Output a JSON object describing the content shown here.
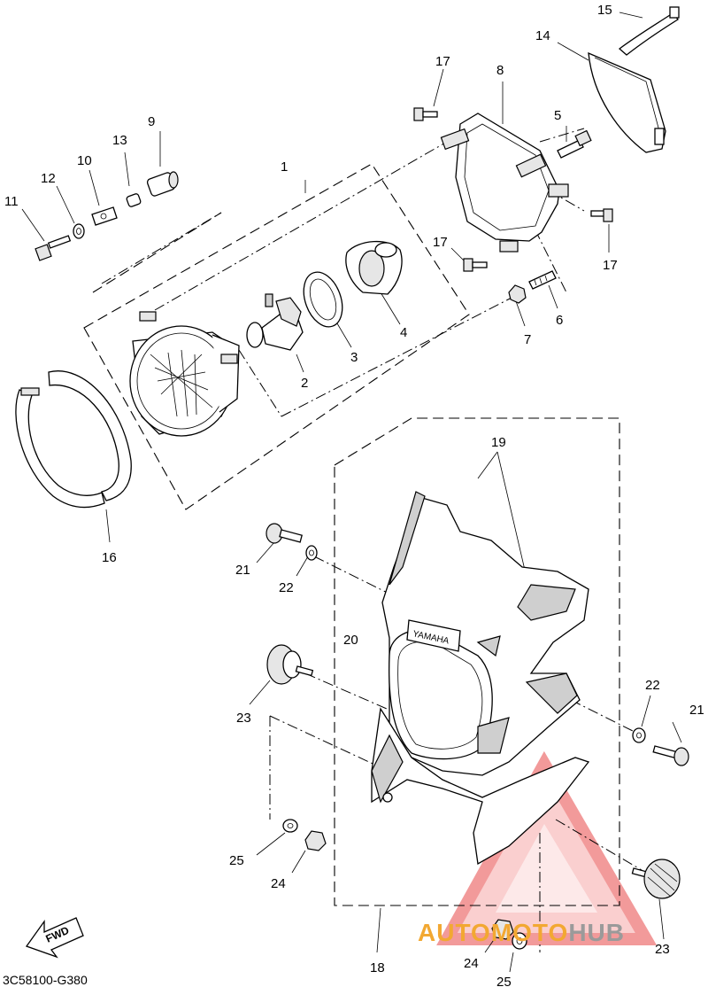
{
  "diagram": {
    "drawing_code": "3C58100-G380",
    "direction_marker": "FWD",
    "brand_label": "YAMAHA",
    "watermark": {
      "part1": "AUTO",
      "part2": "MOTO",
      "part3": "HUB",
      "color1": "#f2a832",
      "color2": "#f2a832",
      "color3": "#9a9a9a",
      "triangle_color": "#e84848"
    },
    "callouts": [
      {
        "id": "c1",
        "label": "1"
      },
      {
        "id": "c2",
        "label": "2"
      },
      {
        "id": "c3",
        "label": "3"
      },
      {
        "id": "c4",
        "label": "4"
      },
      {
        "id": "c5",
        "label": "5"
      },
      {
        "id": "c6",
        "label": "6"
      },
      {
        "id": "c7",
        "label": "7"
      },
      {
        "id": "c8",
        "label": "8"
      },
      {
        "id": "c9",
        "label": "9"
      },
      {
        "id": "c10",
        "label": "10"
      },
      {
        "id": "c11",
        "label": "11"
      },
      {
        "id": "c12",
        "label": "12"
      },
      {
        "id": "c13",
        "label": "13"
      },
      {
        "id": "c14",
        "label": "14"
      },
      {
        "id": "c15",
        "label": "15"
      },
      {
        "id": "c16",
        "label": "16"
      },
      {
        "id": "c17a",
        "label": "17"
      },
      {
        "id": "c17b",
        "label": "17"
      },
      {
        "id": "c17c",
        "label": "17"
      },
      {
        "id": "c18",
        "label": "18"
      },
      {
        "id": "c19",
        "label": "19"
      },
      {
        "id": "c20",
        "label": "20"
      },
      {
        "id": "c21a",
        "label": "21"
      },
      {
        "id": "c21b",
        "label": "21"
      },
      {
        "id": "c22a",
        "label": "22"
      },
      {
        "id": "c22b",
        "label": "22"
      },
      {
        "id": "c23a",
        "label": "23"
      },
      {
        "id": "c23b",
        "label": "23"
      },
      {
        "id": "c24a",
        "label": "24"
      },
      {
        "id": "c24b",
        "label": "24"
      },
      {
        "id": "c25a",
        "label": "25"
      },
      {
        "id": "c25b",
        "label": "25"
      }
    ]
  }
}
